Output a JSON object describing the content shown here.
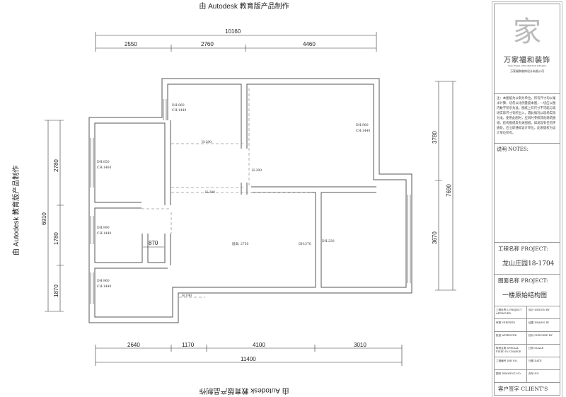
{
  "watermark": "由 Autodesk 教育版产品制作",
  "dimensions": {
    "top_total": "10160",
    "top_segments": [
      "2550",
      "2760",
      "4460"
    ],
    "bottom_total": "11400",
    "bottom_segments": [
      "2640",
      "1170",
      "4100",
      "3010"
    ],
    "left_total": "6910",
    "left_segments": [
      "2780",
      "1780",
      "1870"
    ],
    "right_segments": [
      "3780",
      "3670"
    ],
    "right_total": "7690",
    "inner": "870"
  },
  "rooms": {
    "top_left_window": [
      "DH:960",
      "CH:1440"
    ],
    "bedroom_left_window": [
      "DH:850",
      "CH:1460"
    ],
    "bath_window": [
      "DH:990",
      "CH:1440"
    ],
    "kitchen_window": [
      "DH:960",
      "CH:1440"
    ],
    "bedroom_right_window": [
      "DH:960",
      "CH:1440"
    ],
    "beam_1": "H:280",
    "beam_2": "H:280",
    "beam_3": "H:280",
    "beam_4": "H:190",
    "floor_height": "层高: 2750",
    "door_1": "DH:370",
    "door_2": "DH:230"
  },
  "title_block": {
    "company": "万家福和装饰",
    "company_en": "WAN FAJIA DECORATION DESIGN",
    "company_cn": "万家福和装饰设计有限公司",
    "notes_text": "注：本图纸为公制为单位，所有尺寸均以毫米计算，切勿以比例量度本图，一切应以图内数字所示为准。图纸上有尺寸不可能与现场实际尺寸有所出入，遇此情况以现场实际为准，使用此图时，应同时参照其他建筑图纸、结构图纸及有关图纸。如发现有任何矛盾处，应立即通知设计单位。此图版权为设计单位所有。",
    "notes_label": "说明  NOTES:",
    "project_label": "工程名称 PROJECT:",
    "project_value": "龙山庄园18-1704",
    "drawing_label": "图面名称 PROJECT:",
    "drawing_value": "一楼原始结构图",
    "cells": [
      "工程负责人 PROJECT APPROVED",
      "设计 DESIGN BY",
      "审核 VERIFIED",
      "绘图 DRAWN BY",
      "批准 APPROVED",
      "校对 CHECKED BY",
      "特别注明 SPECIAL FIXED IN CHARGE",
      "比例 SCALE",
      "工程编号 JOB NO.",
      "日期 DATE",
      "图号 DRAWING NO.",
      "页号 NO."
    ],
    "client_label": "客户签字 CLIENT'S"
  }
}
